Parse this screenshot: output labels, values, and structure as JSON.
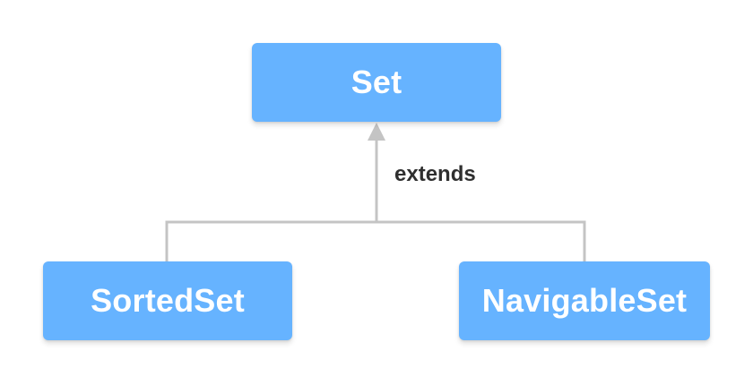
{
  "nodes": {
    "parent": {
      "label": "Set"
    },
    "left_child": {
      "label": "SortedSet"
    },
    "right_child": {
      "label": "NavigableSet"
    }
  },
  "edge": {
    "label": "extends"
  },
  "colors": {
    "box_fill": "#66b3ff",
    "box_text": "#ffffff",
    "connector": "#c4c4c4",
    "edge_label": "#2f2f2f"
  }
}
